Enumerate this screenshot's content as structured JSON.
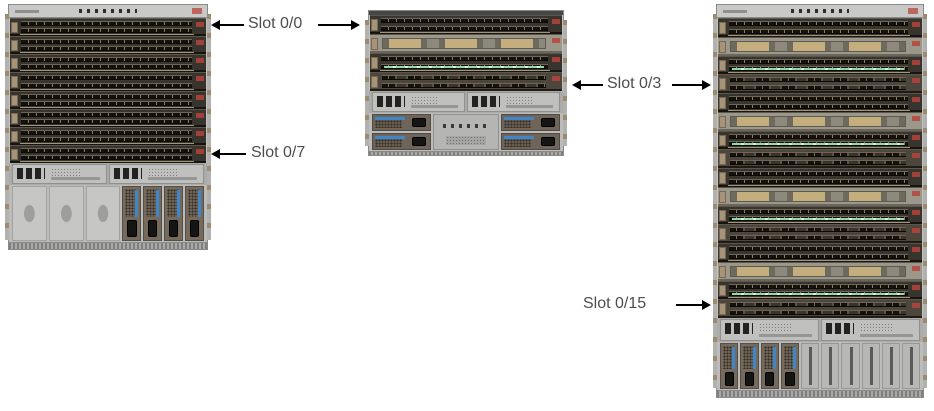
{
  "diagram": {
    "labels": [
      {
        "id": "slot-0-0",
        "text": "Slot 0/0",
        "points_to": [
          "8-slot chassis top line card",
          "4-slot chassis top line card"
        ]
      },
      {
        "id": "slot-0-7",
        "text": "Slot 0/7",
        "points_to": [
          "8-slot chassis bottom line card"
        ]
      },
      {
        "id": "slot-0-3",
        "text": "Slot 0/3",
        "points_to": [
          "4-slot chassis bottom line card",
          "16-slot chassis fourth line card"
        ]
      },
      {
        "id": "slot-0-15",
        "text": "Slot 0/15",
        "points_to": [
          "16-slot chassis bottom line card"
        ]
      }
    ],
    "chassis": [
      {
        "id": "chassis-8-slot",
        "slot_count": 8,
        "header": "leds",
        "header_led_count": 7,
        "cards": [
          "dense",
          "dense",
          "dense",
          "dense",
          "dense",
          "dense",
          "dense",
          "dense"
        ],
        "rp_modules": 2,
        "psu_layout": "blanks-psus",
        "blank_panels": 3,
        "psu_count": 4
      },
      {
        "id": "chassis-4-slot",
        "slot_count": 4,
        "header": "dark-edge",
        "cards": [
          "dense",
          "modular",
          "dense-led",
          "qsfp"
        ],
        "rp_modules": 2,
        "psu_layout": "quad-center",
        "psu_count": 4
      },
      {
        "id": "chassis-16-slot",
        "slot_count": 16,
        "header": "leds",
        "header_led_count": 7,
        "cards": [
          "dense",
          "modular",
          "dense-led",
          "qsfp",
          "dense",
          "modular",
          "dense-led",
          "qsfp",
          "dense",
          "modular",
          "dense-led",
          "qsfp",
          "dense",
          "modular",
          "dense-led",
          "qsfp"
        ],
        "rp_modules": 2,
        "psu_layout": "psus-bays",
        "psu_count": 4,
        "empty_bays": 6
      }
    ],
    "colors": {
      "background": "#ffffff",
      "chassis_body": "#c4c4c2",
      "card_dark": "#38342e",
      "port_dark": "#14110c",
      "latch_tan": "#a5937a",
      "led_green": "#8fdcaa",
      "card_label_red": "#b5443c",
      "psu_latch_blue": "#3f86c9",
      "arrow": "#000000",
      "label_text": "#4d4d4d"
    }
  }
}
